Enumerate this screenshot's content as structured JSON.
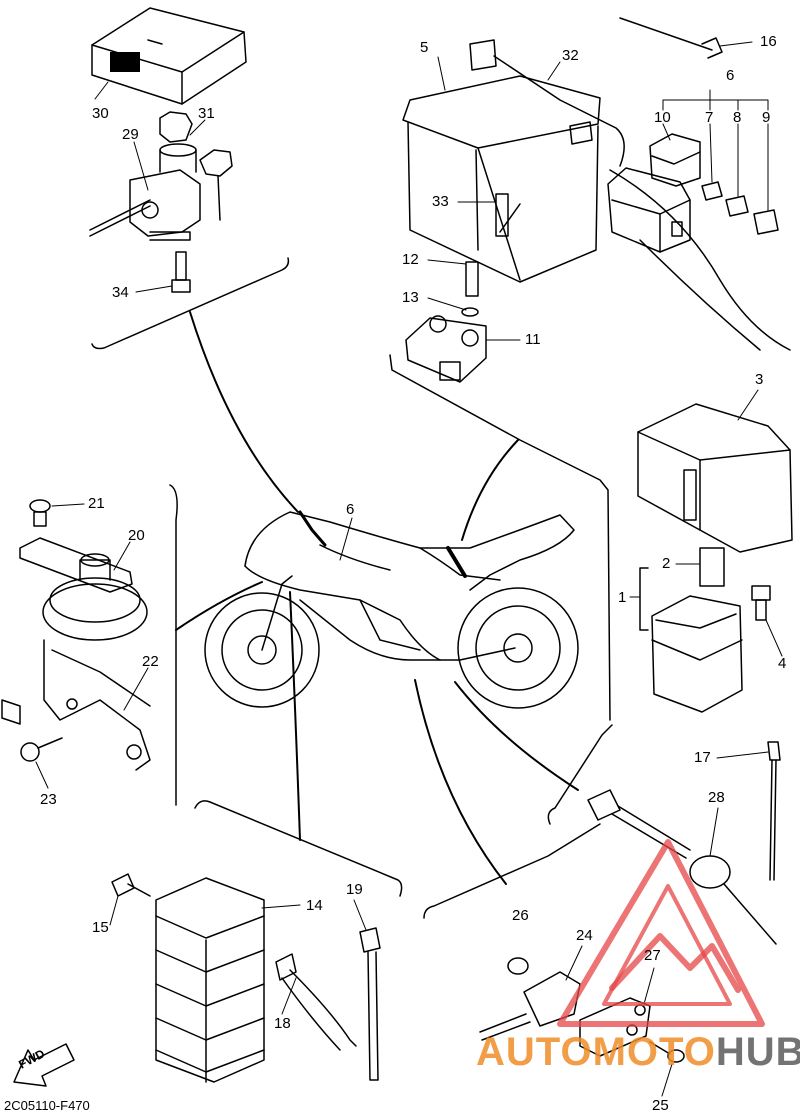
{
  "diagram_code": "2C05110-F470",
  "fwd_label": "FWD",
  "watermark": {
    "part1": "AUTOMOTO",
    "part2": "HUB",
    "accent": "#f08c28",
    "dark": "#5a5a5a",
    "triangle": "#e64646"
  },
  "callouts": {
    "c1": "1",
    "c2": "2",
    "c3": "3",
    "c4": "4",
    "c5": "5",
    "c6a": "6",
    "c6b": "6",
    "c7": "7",
    "c8": "8",
    "c9": "9",
    "c10": "10",
    "c11": "11",
    "c12": "12",
    "c13": "13",
    "c14": "14",
    "c15": "15",
    "c16": "16",
    "c17": "17",
    "c18": "18",
    "c19": "19",
    "c20": "20",
    "c21": "21",
    "c22": "22",
    "c23": "23",
    "c24": "24",
    "c25": "25",
    "c26": "26",
    "c27": "27",
    "c28": "28",
    "c29": "29",
    "c30": "30",
    "c31": "31",
    "c32": "32",
    "c33": "33",
    "c34": "34"
  }
}
